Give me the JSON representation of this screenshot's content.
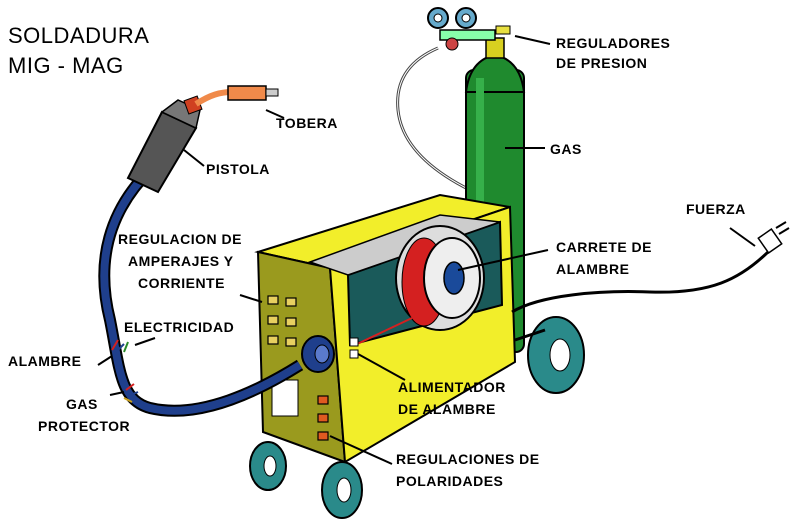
{
  "title": {
    "line1": "SOLDADURA",
    "line2": "MIG - MAG"
  },
  "labels": {
    "reguladores": [
      "REGULADORES",
      "DE PRESION"
    ],
    "tobera": "TOBERA",
    "pistola": "PISTOLA",
    "gas": "GAS",
    "fuerza": "FUERZA",
    "regulacion_amperajes": [
      "REGULACION DE",
      "AMPERAJES Y",
      "CORRIENTE"
    ],
    "carrete": [
      "CARRETE DE",
      "ALAMBRE"
    ],
    "electricidad": "ELECTRICIDAD",
    "alambre": "ALAMBRE",
    "gas_protector": [
      "GAS",
      "PROTECTOR"
    ],
    "alimentador": [
      "ALIMENTADOR",
      "DE ALAMBRE"
    ],
    "regulaciones_polaridades": [
      "REGULACIONES DE",
      "POLARIDADES"
    ]
  },
  "colors": {
    "machine_yellow": "#f2ee2a",
    "machine_side": "#9a9a1e",
    "cylinder_green": "#1f8a2e",
    "cable_blue": "#1f3f8c",
    "nozzle_orange": "#f08a4a",
    "wheel_teal": "#2a8a8a",
    "wire_red": "#d42020"
  }
}
